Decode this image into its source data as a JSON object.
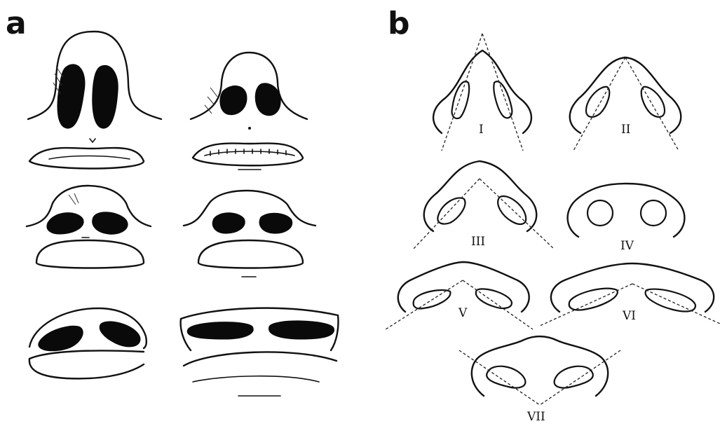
{
  "panels": {
    "a": {
      "label": "a"
    },
    "b": {
      "label": "b",
      "types": [
        "I",
        "II",
        "III",
        "IV",
        "V",
        "VI",
        "VII"
      ]
    }
  }
}
